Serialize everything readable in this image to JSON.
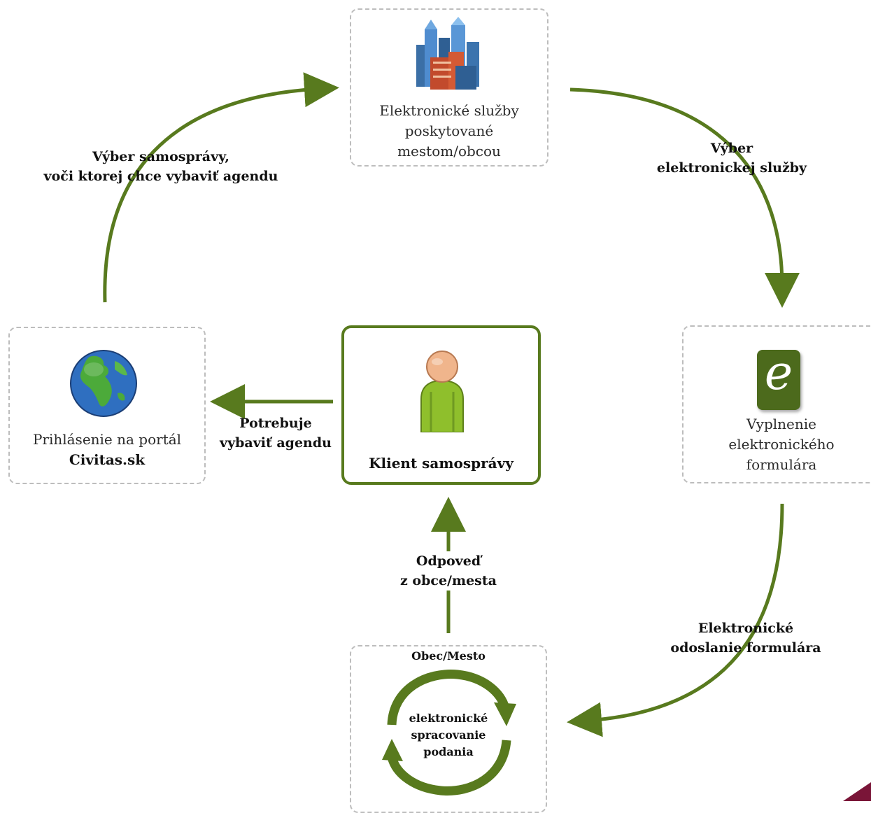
{
  "nodes": {
    "services": {
      "line1": "Elektronické služby",
      "line2": "poskytované",
      "line3": "mestom/obcou",
      "icon": "city-buildings-icon"
    },
    "form": {
      "line1": "Vyplnenie",
      "line2": "elektronického",
      "line3": "formulára",
      "icon": "e-form-icon",
      "icon_letter": "e"
    },
    "portal": {
      "line1": "Prihlásenie na portál",
      "line2": "Civitas.sk",
      "icon": "globe-icon"
    },
    "client": {
      "label": "Klient samosprávy",
      "icon": "person-icon"
    },
    "municipality": {
      "title": "Obec/Mesto",
      "line1": "elektronické",
      "line2": "spracovanie",
      "line3": "podania",
      "icon": "cycle-arrows-icon"
    }
  },
  "flows": {
    "select_municipality": {
      "line1": "Výber samosprávy,",
      "line2": "voči ktorej chce vybaviť agendu"
    },
    "select_service": {
      "line1": "Výber",
      "line2": "elektronickej služby"
    },
    "needs_agenda": {
      "line1": "Potrebuje",
      "line2": "vybaviť agendu"
    },
    "send_form": {
      "line1": "Elektronické",
      "line2": "odoslanie formulára"
    },
    "response": {
      "line1": "Odpoveď",
      "line2": "z obce/mesta"
    }
  },
  "colors": {
    "arrow": "#587a1e",
    "box_border": "#bdbdbd",
    "accent_corner": "#7a1538"
  }
}
